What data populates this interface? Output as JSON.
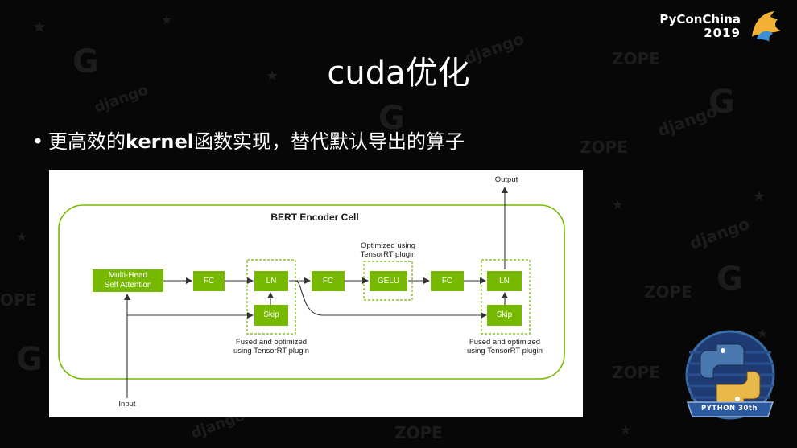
{
  "brand": {
    "line1": "PyConChina",
    "line2": "2019"
  },
  "title": "cuda优化",
  "bullet": {
    "prefix": "更高效的",
    "bold": "kernel",
    "suffix": "函数实现，替代默认导出的算子"
  },
  "diagram": {
    "cell_title": "BERT Encoder Cell",
    "nodes": {
      "mha": "Multi-Head\nSelf Attention",
      "fc1": "FC",
      "ln1": "LN",
      "skip1": "Skip",
      "fc2": "FC",
      "gelu": "GELU",
      "fc3": "FC",
      "ln2": "LN",
      "skip2": "Skip"
    },
    "labels": {
      "input": "Input",
      "output": "Output",
      "optimized_gelu": "Optimized using\nTensorRT plugin",
      "fused_left": "Fused and optimized\nusing TensorRT plugin",
      "fused_right": "Fused and optimized\nusing TensorRT plugin"
    }
  },
  "badge": {
    "text": "PYTHON 30th"
  },
  "colors": {
    "nvidia_green": "#76b900",
    "background": "#070707",
    "python_blue": "#3b6ea5",
    "python_yellow": "#f2c12e"
  }
}
